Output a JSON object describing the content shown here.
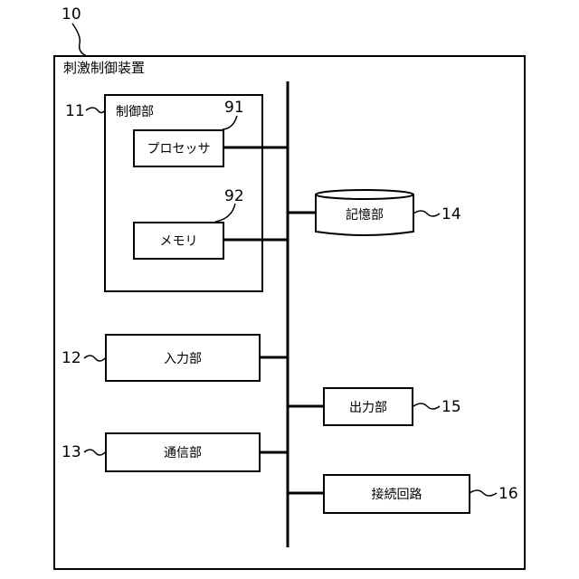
{
  "device": {
    "ref": "10",
    "title": "刺激制御装置"
  },
  "control_unit": {
    "ref": "11",
    "title": "制御部"
  },
  "processor": {
    "ref": "91",
    "label": "プロセッサ"
  },
  "memory": {
    "ref": "92",
    "label": "メモリ"
  },
  "storage": {
    "ref": "14",
    "label": "記憶部"
  },
  "input_unit": {
    "ref": "12",
    "label": "入力部"
  },
  "output_unit": {
    "ref": "15",
    "label": "出力部"
  },
  "comm_unit": {
    "ref": "13",
    "label": "通信部"
  },
  "connection_circuit": {
    "ref": "16",
    "label": "接続回路"
  }
}
